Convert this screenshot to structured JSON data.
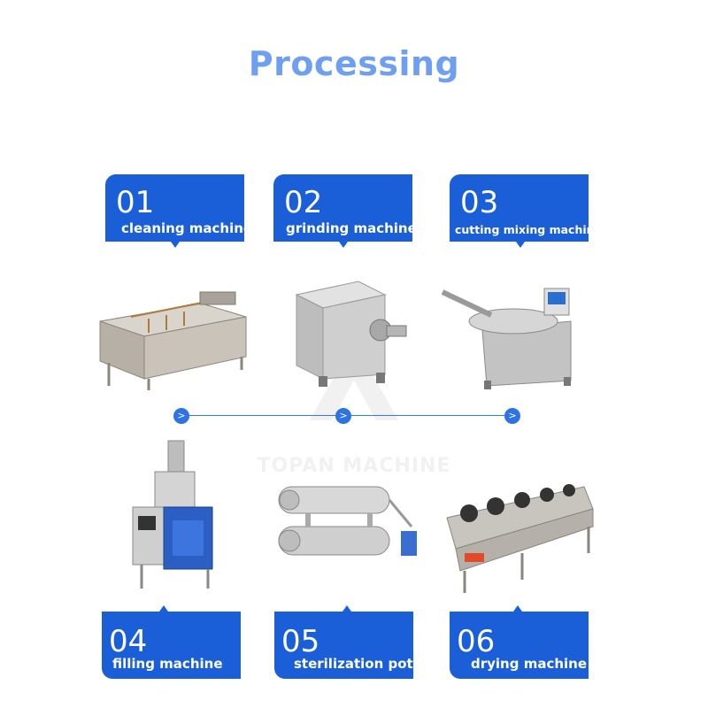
{
  "title": "Processing",
  "watermark": "TOPAN MACHINE",
  "colors": {
    "title": "#6f9ff0",
    "card": "#1a5fd8",
    "arrow": "#2e73e6"
  },
  "arrow_icon": ">",
  "steps": [
    {
      "num": "01",
      "label": "cleaning machine"
    },
    {
      "num": "02",
      "label": "grinding machine"
    },
    {
      "num": "03",
      "label": "cutting mixing machine"
    },
    {
      "num": "04",
      "label": "filling machine"
    },
    {
      "num": "05",
      "label": "sterilization pot"
    },
    {
      "num": "06",
      "label": "drying machine"
    }
  ]
}
